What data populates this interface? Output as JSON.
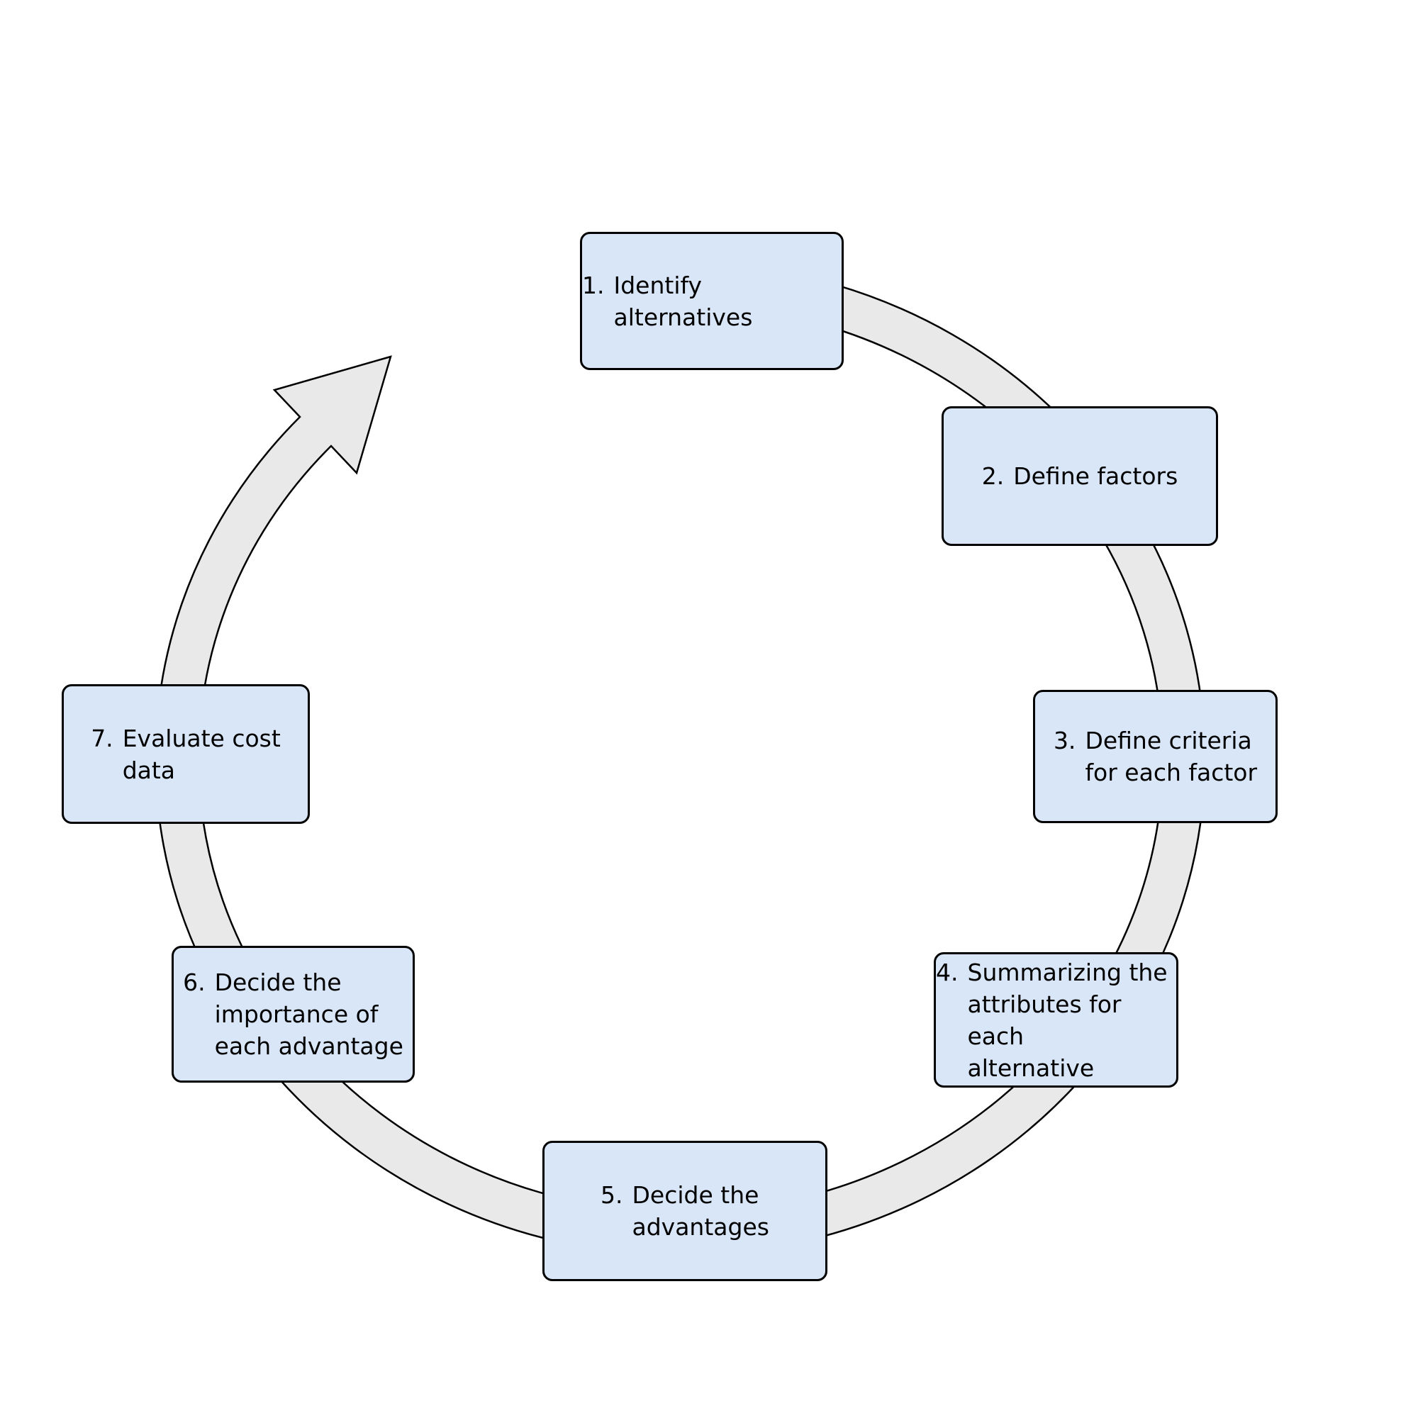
{
  "diagram": {
    "type": "cycle-diagram",
    "direction": "clockwise",
    "background_color": "#ffffff",
    "arrow": {
      "name": "circular-arrow-clockwise",
      "fill": "#e9e9e9",
      "stroke": "#000000"
    },
    "box_style": {
      "fill": "#d9e6f8",
      "stroke": "#000000",
      "text_color": "#000000"
    },
    "steps": [
      {
        "num": "1.",
        "text": "Identify alternatives"
      },
      {
        "num": "2.",
        "text": "Define factors"
      },
      {
        "num": "3.",
        "text": "Define criteria\nfor each factor"
      },
      {
        "num": "4.",
        "text": "Summarizing the\nattributes for each\nalternative"
      },
      {
        "num": "5.",
        "text": "Decide the\nadvantages"
      },
      {
        "num": "6.",
        "text": "Decide the\nimportance of\neach advantage"
      },
      {
        "num": "7.",
        "text": "Evaluate cost\ndata"
      }
    ]
  }
}
